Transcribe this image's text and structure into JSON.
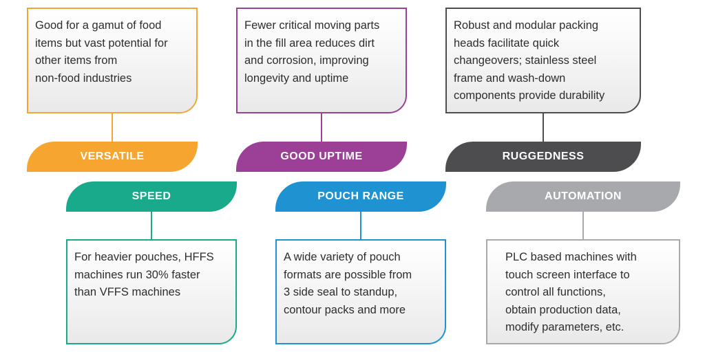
{
  "colors": {
    "versatile": "#F7A531",
    "good_uptime": "#9B3F97",
    "ruggedness": "#4D4D4F",
    "speed": "#19A98B",
    "pouch_range": "#1F93D2",
    "automation": "#A7A9AC"
  },
  "cards": {
    "versatile": {
      "label": "VERSATILE",
      "lines": [
        "Good for a gamut of food",
        "items but vast potential for",
        "other items from",
        "non-food industries"
      ]
    },
    "good_uptime": {
      "label": "GOOD UPTIME",
      "lines": [
        "Fewer critical moving parts",
        "in the fill area reduces dirt",
        "and corrosion, improving",
        "longevity and uptime"
      ]
    },
    "ruggedness": {
      "label": "RUGGEDNESS",
      "lines": [
        "Robust and modular packing",
        "heads facilitate quick",
        "changeovers; stainless steel",
        "frame and wash-down",
        "components provide durability"
      ]
    },
    "speed": {
      "label": "SPEED",
      "lines": [
        "For heavier pouches, HFFS",
        "machines run 30% faster",
        "than VFFS machines"
      ]
    },
    "pouch_range": {
      "label": "POUCH RANGE",
      "lines": [
        "A wide variety of pouch",
        "formats are possible from",
        "3 side seal to standup,",
        "contour packs and more"
      ]
    },
    "automation": {
      "label": "AUTOMATION",
      "lines": [
        "PLC based machines with",
        "touch screen interface to",
        "control all functions,",
        "obtain production data,",
        "modify parameters, etc."
      ]
    }
  }
}
